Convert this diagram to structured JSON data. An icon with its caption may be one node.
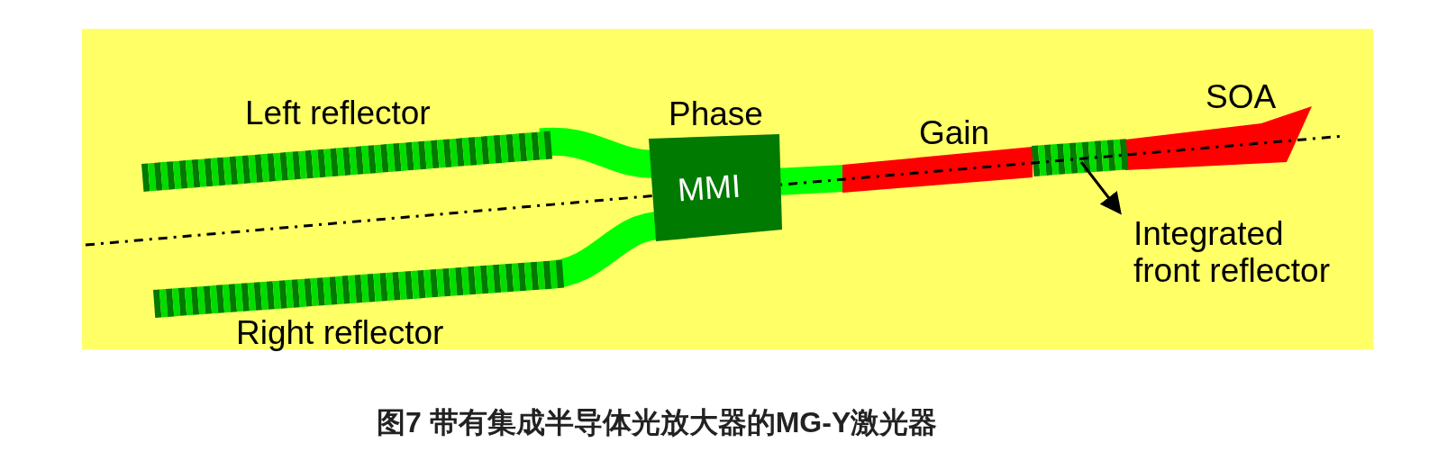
{
  "diagram": {
    "caption": "图7 带有集成半导体光放大器的MG-Y激光器",
    "nodes": [
      {
        "text": [
          "MMI"
        ]
      },
      {
        "text": [
          "Integrated front reflector"
        ]
      },
      {
        "text": [],
        "shape": "bar"
      }
    ],
    "edges": [
      {
        "from": 2,
        "to": 1,
        "arrow": "to"
      }
    ],
    "labels": [
      "Left reflector",
      "Phase",
      "Gain",
      "SOA",
      "Right reflector"
    ]
  }
}
